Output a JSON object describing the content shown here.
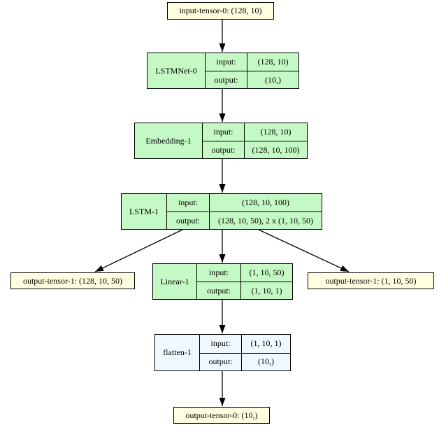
{
  "diagram": {
    "type": "model-architecture-graph",
    "colors": {
      "tensor_fill": "#FFFFDF",
      "module_fill": "#C4F8C4",
      "function_fill": "#F0F8FF",
      "border": "#000000",
      "edge": "#000000"
    },
    "nodes": {
      "input_tensor_0": {
        "label": "input-tensor-0: (128, 10)"
      },
      "lstmnet_0": {
        "name": "LSTMNet-0",
        "rows": [
          {
            "label": "input:",
            "value": "(128, 10)"
          },
          {
            "label": "output:",
            "value": "(10,)"
          }
        ]
      },
      "embedding_1": {
        "name": "Embedding-1",
        "rows": [
          {
            "label": "input:",
            "value": "(128, 10)"
          },
          {
            "label": "output:",
            "value": "(128, 10, 100)"
          }
        ]
      },
      "lstm_1": {
        "name": "LSTM-1",
        "rows": [
          {
            "label": "input:",
            "value": "(128, 10, 100)"
          },
          {
            "label": "output:",
            "value": "(128, 10, 50), 2 x (1, 10, 50)"
          }
        ]
      },
      "output_tensor_1_left": {
        "label": "output-tensor-1: (128, 10, 50)"
      },
      "linear_1": {
        "name": "Linear-1",
        "rows": [
          {
            "label": "input:",
            "value": "(1, 10, 50)"
          },
          {
            "label": "output:",
            "value": "(1, 10, 1)"
          }
        ]
      },
      "output_tensor_1_right": {
        "label": "output-tensor-1: (1, 10, 50)"
      },
      "flatten_1": {
        "name": "flatten-1",
        "rows": [
          {
            "label": "input:",
            "value": "(1, 10, 1)"
          },
          {
            "label": "output:",
            "value": "(10,)"
          }
        ]
      },
      "output_tensor_0": {
        "label": "output-tensor-0: (10,)"
      }
    }
  }
}
